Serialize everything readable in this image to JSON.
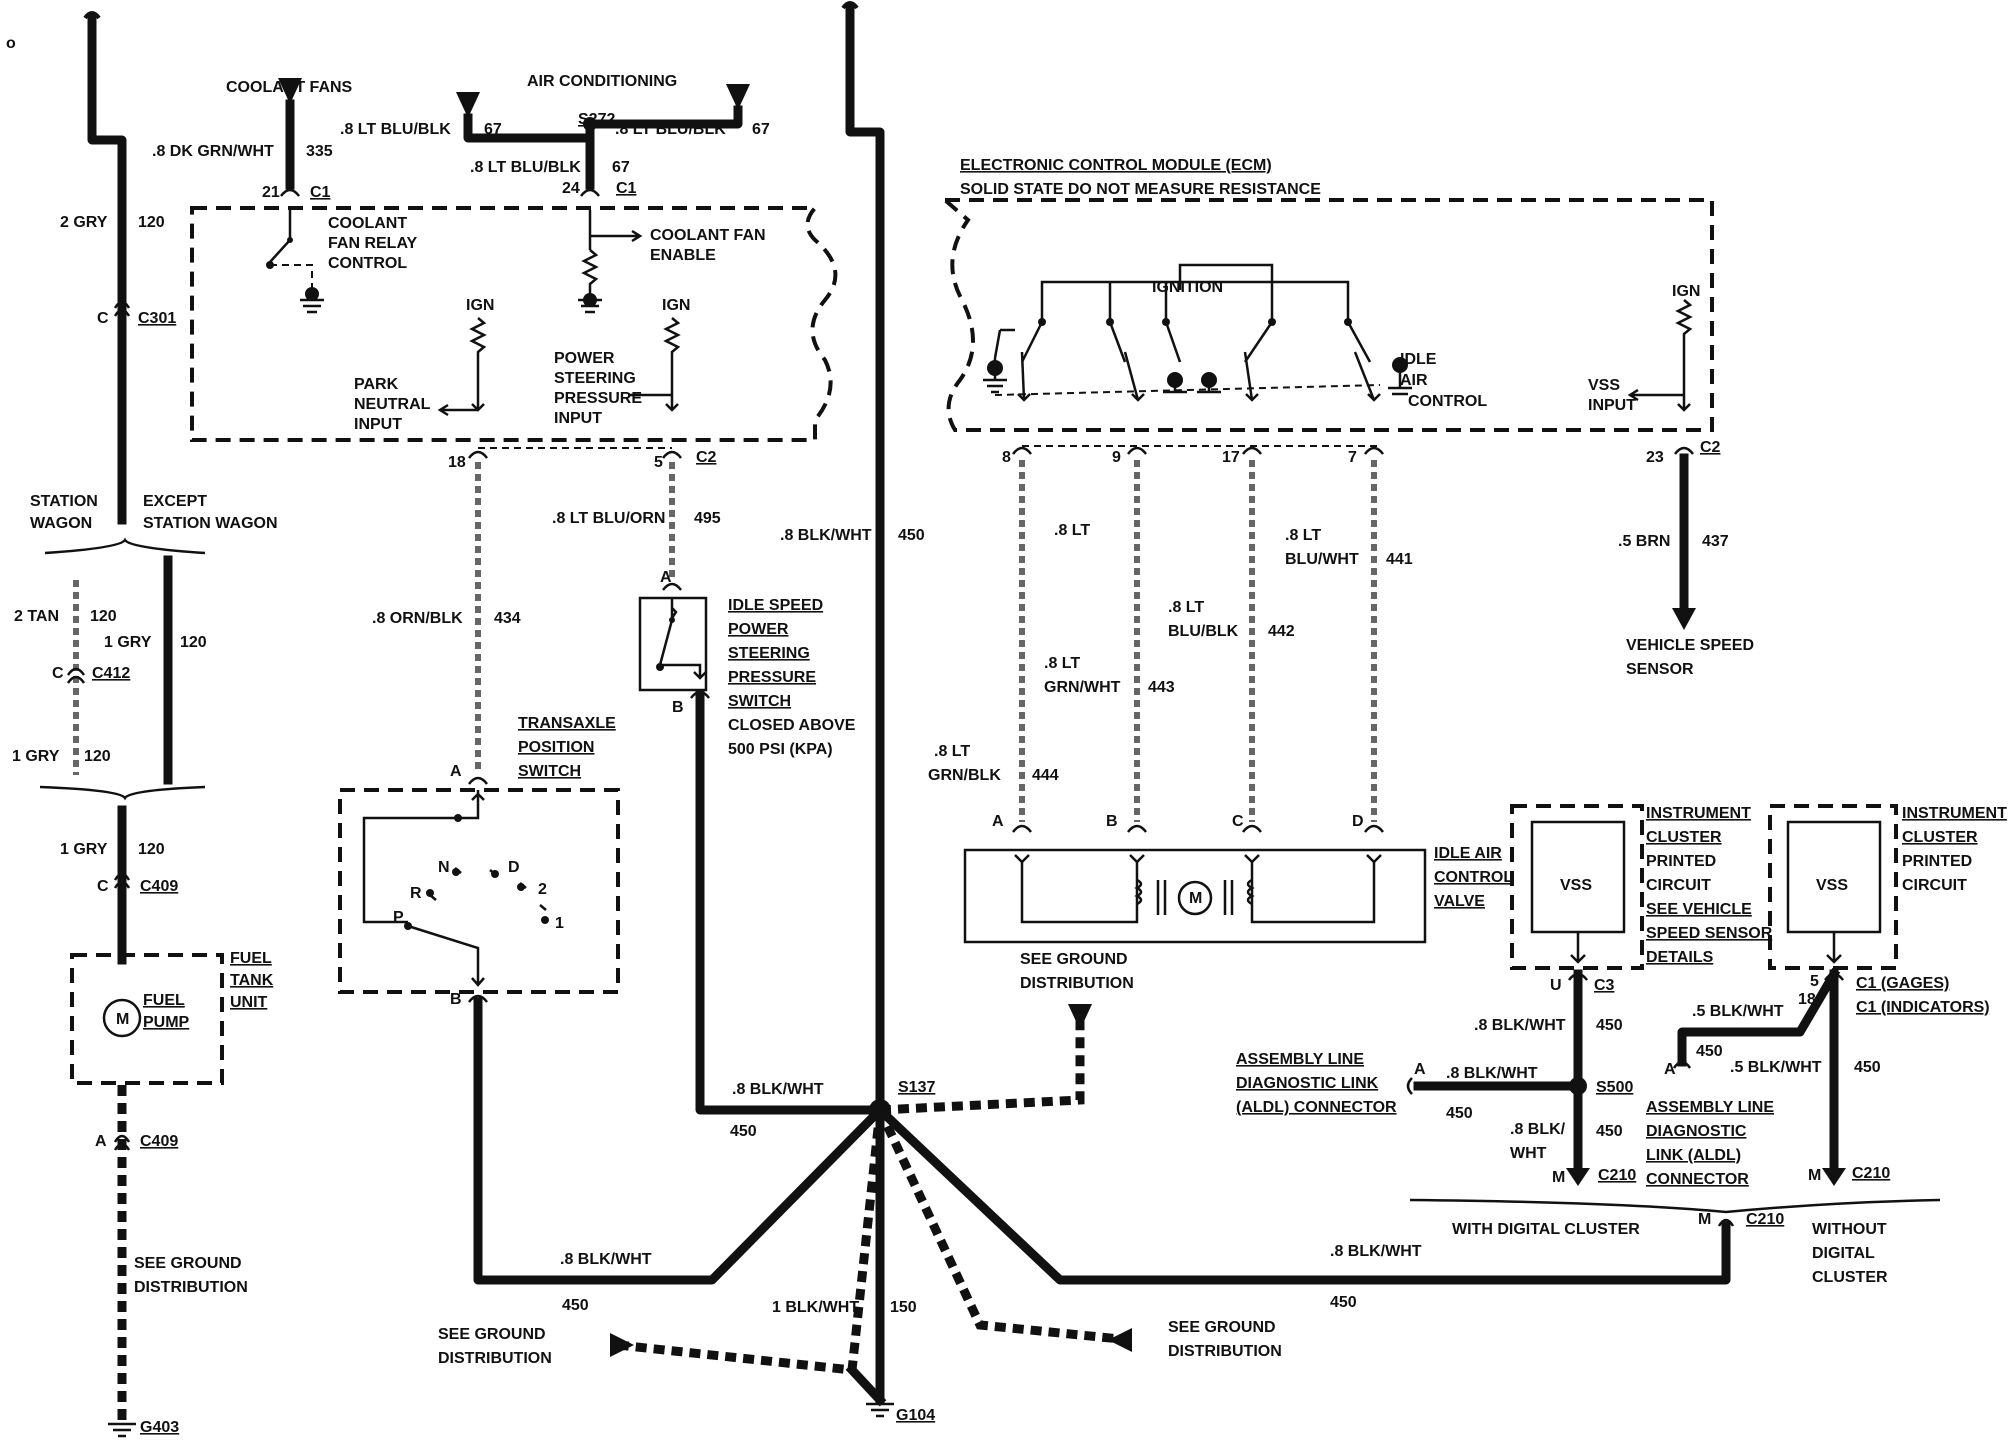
{
  "labels": {
    "coolant_fans": "COOLANT FANS",
    "air_conditioning": "AIR CONDITIONING",
    "w_335": ".8 DK GRN/WHT",
    "n_335": "335",
    "w_67a": ".8 LT BLU/BLK",
    "n_67a": "67",
    "s272": "S272",
    "w_67b": ".8 LT BLU/BLK",
    "n_67b": "67",
    "w_67c": ".8 LT BLU/BLK",
    "n_67c": "67",
    "pin21": "21",
    "c1a": "C1",
    "pin24": "24",
    "c1b": "C1",
    "relay1": "COOLANT",
    "relay2": "FAN RELAY",
    "relay3": "CONTROL",
    "enable1": "COOLANT FAN",
    "enable2": "ENABLE",
    "ign1": "IGN",
    "ign2": "IGN",
    "ps1": "POWER",
    "ps2": "STEERING",
    "ps3": "PRESSURE",
    "ps4": "INPUT",
    "pn1": "PARK",
    "pn2": "NEUTRAL",
    "pn3": "INPUT",
    "w_120a": "2 GRY",
    "n_120a": "120",
    "c_left": "C",
    "c301": "C301",
    "station1": "STATION",
    "station2": "WAGON",
    "except1": "EXCEPT",
    "except2": "STATION WAGON",
    "w_tan": "2 TAN",
    "n_tan": "120",
    "w_1gry_a": "1 GRY",
    "n_1gry_a": "120",
    "c_412": "C",
    "c412": "C412",
    "w_1gry_b": "1 GRY",
    "n_1gry_b": "120",
    "w_1gry_c": "1 GRY",
    "n_1gry_c": "120",
    "c_409": "C",
    "c409": "C409",
    "fuel1": "FUEL",
    "fuel2": "TANK",
    "fuel3": "UNIT",
    "pump1": "FUEL",
    "pump2": "PUMP",
    "motor_m": "M",
    "a_409": "A",
    "c409b": "C409",
    "sg_left1": "SEE GROUND",
    "sg_left2": "DISTRIBUTION",
    "g403": "G403",
    "pin18": "18",
    "pin5": "5",
    "c2a": "C2",
    "w_495": ".8 LT BLU/ORN",
    "n_495": "495",
    "w_434": ".8 ORN/BLK",
    "n_434": "434",
    "w_450_main": ".8 BLK/WHT",
    "n_450_main": "450",
    "isps_a": "A",
    "isps1": "IDLE SPEED",
    "isps2": "POWER",
    "isps3": "STEERING",
    "isps4": "PRESSURE",
    "isps5": "SWITCH",
    "isps6": "CLOSED ABOVE",
    "isps7": "500 PSI (KPA)",
    "isps_b": "B",
    "trans1": "TRANSAXLE",
    "trans2": "POSITION",
    "trans3": "SWITCH",
    "trans_a": "A",
    "trans_b": "B",
    "prndl_p": "P",
    "prndl_r": "R",
    "prndl_n": "N",
    "prndl_d": "D",
    "prndl_2": "2",
    "prndl_1": "1",
    "ecm1": "ELECTRONIC CONTROL MODULE (ECM)",
    "ecm2": "SOLID STATE DO NOT MEASURE RESISTANCE",
    "ignition": "IGNITION",
    "iac1": "IDLE",
    "iac2": "AIR",
    "iac3": "CONTROL",
    "ign3": "IGN",
    "vss1": "VSS",
    "vss2": "INPUT",
    "pin8": "8",
    "pin9": "9",
    "pin17": "17",
    "pin7": "7",
    "pin23": "23",
    "c2b": "C2",
    "w_437": ".5 BRN",
    "n_437": "437",
    "vsens1": "VEHICLE SPEED",
    "vsens2": "SENSOR",
    "w_441a": ".8 LT",
    "w_441b": "BLU/WHT",
    "n_441": "441",
    "w_442a": ".8 LT",
    "w_442b": "BLU/BLK",
    "n_442": "442",
    "w_443a": ".8 LT",
    "w_443b": "GRN/WHT",
    "n_443": "443",
    "w_444a": ".8 LT",
    "w_444b": "GRN/BLK",
    "n_444": "444",
    "iac_a": "A",
    "iac_b": "B",
    "iac_c": "C",
    "iac_d": "D",
    "iacv1": "IDLE AIR",
    "iacv2": "CONTROL",
    "iacv3": "VALVE",
    "iac_m": "M",
    "sg_mid1": "SEE GROUND",
    "sg_mid2": "DISTRIBUTION",
    "ic1": "INSTRUMENT",
    "ic2": "CLUSTER",
    "ic3": "PRINTED",
    "ic4": "CIRCUIT",
    "ic5": "SEE VEHICLE",
    "ic6": "SPEED SENSOR",
    "ic7": "DETAILS",
    "vss_box1": "VSS",
    "ic2_1": "INSTRUMENT",
    "ic2_2": "CLUSTER",
    "ic2_3": "PRINTED",
    "ic2_4": "CIRCUIT",
    "vss_box2": "VSS",
    "pin_u": "U",
    "c3": "C3",
    "w_450c": ".8 BLK/WHT",
    "n_450c": "450",
    "pin5b": "5",
    "pin18b": "18",
    "c1_gages": "C1 (GAGES)",
    "c1_ind": "C1 (INDICATORS)",
    "w_450d": ".5 BLK/WHT",
    "n_450d": "450",
    "w_450e": ".5 BLK/WHT",
    "n_450e": "450",
    "aldl1": "ASSEMBLY LINE",
    "aldl2": "DIAGNOSTIC LINK",
    "aldl3": "(ALDL) CONNECTOR",
    "aldl_a": "A",
    "w_450f": ".8 BLK/WHT",
    "n_450f": "450",
    "s500": "S500",
    "w_450g1": ".8 BLK/",
    "w_450g2": "WHT",
    "n_450g": "450",
    "m_c210a": "M",
    "c210a": "C210",
    "aldl2_a": "A",
    "aldl2_1": "ASSEMBLY LINE",
    "aldl2_2": "DIAGNOSTIC",
    "aldl2_3": "LINK (ALDL)",
    "aldl2_4": "CONNECTOR",
    "m_c210b": "M",
    "c210b": "C210",
    "with_dig": "WITH DIGITAL CLUSTER",
    "m_c210c": "M",
    "c210c": "C210",
    "without1": "WITHOUT",
    "without2": "DIGITAL",
    "without3": "CLUSTER",
    "s137": "S137",
    "w_450h": ".8 BLK/WHT",
    "n_450h": "450",
    "w_450i": ".8 BLK/WHT",
    "n_450i": "450",
    "w_450j": ".8 BLK/WHT",
    "n_450j": "450",
    "w_150": "1 BLK/WHT",
    "n_150": "150",
    "sg_bl1": "SEE GROUND",
    "sg_bl2": "DISTRIBUTION",
    "sg_br1": "SEE GROUND",
    "sg_br2": "DISTRIBUTION",
    "g104": "G104",
    "corner": "o"
  }
}
